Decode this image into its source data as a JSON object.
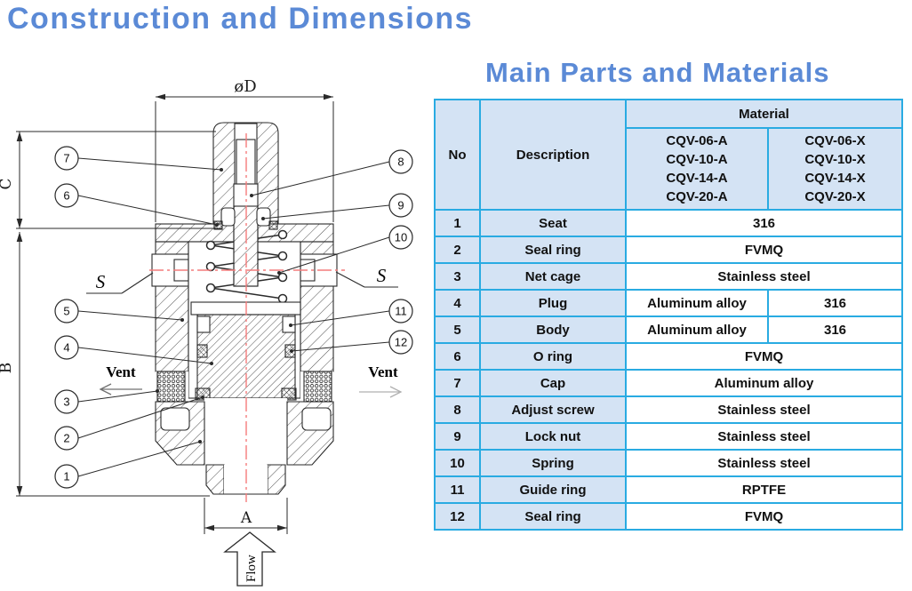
{
  "page": {
    "title": "Construction and Dimensions",
    "table_title": "Main Parts and Materials"
  },
  "drawing": {
    "dim_d": "øD",
    "dim_c": "C",
    "dim_b": "B",
    "dim_a": "A",
    "section_left": "S",
    "section_right": "S",
    "vent_left": "Vent",
    "vent_right": "Vent",
    "flow": "Flow",
    "balloons": [
      "1",
      "2",
      "3",
      "4",
      "5",
      "6",
      "7",
      "8",
      "9",
      "10",
      "11",
      "12"
    ]
  },
  "table": {
    "col_no": "No",
    "col_description": "Description",
    "col_material": "Material",
    "models_a": [
      "CQV-06-A",
      "CQV-10-A",
      "CQV-14-A",
      "CQV-20-A"
    ],
    "models_x": [
      "CQV-06-X",
      "CQV-10-X",
      "CQV-14-X",
      "CQV-20-X"
    ],
    "rows": [
      {
        "no": "1",
        "description": "Seat",
        "materials": [
          "316"
        ]
      },
      {
        "no": "2",
        "description": "Seal ring",
        "materials": [
          "FVMQ"
        ]
      },
      {
        "no": "3",
        "description": "Net cage",
        "materials": [
          "Stainless steel"
        ]
      },
      {
        "no": "4",
        "description": "Plug",
        "materials": [
          "Aluminum alloy",
          "316"
        ]
      },
      {
        "no": "5",
        "description": "Body",
        "materials": [
          "Aluminum alloy",
          "316"
        ]
      },
      {
        "no": "6",
        "description": "O ring",
        "materials": [
          "FVMQ"
        ]
      },
      {
        "no": "7",
        "description": "Cap",
        "materials": [
          "Aluminum alloy"
        ]
      },
      {
        "no": "8",
        "description": "Adjust screw",
        "materials": [
          "Stainless steel"
        ]
      },
      {
        "no": "9",
        "description": "Lock nut",
        "materials": [
          "Stainless steel"
        ]
      },
      {
        "no": "10",
        "description": "Spring",
        "materials": [
          "Stainless steel"
        ]
      },
      {
        "no": "11",
        "description": "Guide ring",
        "materials": [
          "RPTFE"
        ]
      },
      {
        "no": "12",
        "description": "Seal ring",
        "materials": [
          "FVMQ"
        ]
      }
    ]
  },
  "colors": {
    "title_blue": "#5b8ad6",
    "table_border": "#29abe2",
    "cell_blue": "#d4e3f4",
    "centerline_red": "#f47c7c"
  }
}
